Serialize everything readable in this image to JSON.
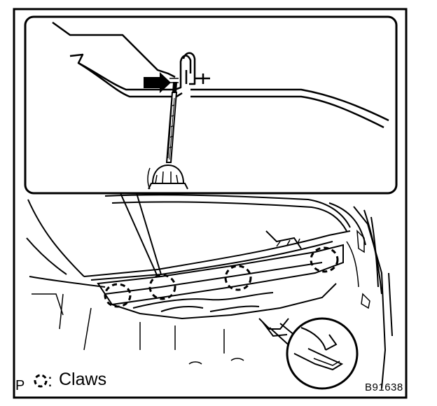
{
  "legend": {
    "marker": "P",
    "claws_label": "Claws"
  },
  "figure_code": "B91638",
  "icons": {
    "claw_symbol": "dashed-circle-icon",
    "push_direction": "arrow-right-icon",
    "tool": "screwdriver-icon"
  }
}
